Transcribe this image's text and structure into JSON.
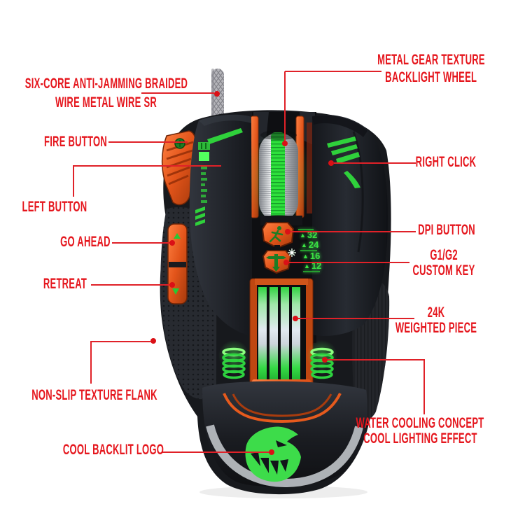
{
  "product": "gaming-mouse-top-view",
  "annotations": {
    "braided_wire": {
      "lines": [
        "SIX-CORE ANTI-JAMMING BRAIDED",
        "WIRE METAL WIRE SR"
      ]
    },
    "fire_button": {
      "lines": [
        "FIRE BUTTON"
      ]
    },
    "left_button": {
      "lines": [
        "LEFT BUTTON"
      ]
    },
    "go_ahead": {
      "lines": [
        "GO AHEAD"
      ]
    },
    "retreat": {
      "lines": [
        "RETREAT"
      ]
    },
    "non_slip_flank": {
      "lines": [
        "NON-SLIP TEXTURE FLANK"
      ]
    },
    "cool_backlit_logo": {
      "lines": [
        "COOL BACKLIT LOGO"
      ]
    },
    "backlight_wheel": {
      "lines": [
        "METAL GEAR TEXTURE",
        "BACKLIGHT WHEEL"
      ]
    },
    "right_click": {
      "lines": [
        "RIGHT CLICK"
      ]
    },
    "dpi_button": {
      "lines": [
        "DPI BUTTON"
      ]
    },
    "custom_key": {
      "lines": [
        "G1/G2",
        "CUSTOM KEY"
      ]
    },
    "weighted_piece": {
      "lines": [
        "24K",
        "WEIGHTED PIECE"
      ]
    },
    "water_cooling": {
      "lines": [
        "WATER COOLING CONCEPT",
        "COOL LIGHTING EFFECT"
      ]
    }
  },
  "dpi_scale": {
    "marker_glyph": "▲",
    "values": [
      "32",
      "24",
      "16",
      "12"
    ]
  },
  "icons": {
    "side_forward": "triangle-up",
    "side_back": "triangle-down",
    "dpi_button": "running-man",
    "custom_key_button": "t-arrow",
    "logo": "wolf-head",
    "wheel": "metal-gear-wheel",
    "sparkle": "four-point-star"
  },
  "colors": {
    "label_red": "#e5161d",
    "line_red": "#e02128",
    "accent_orange": "#e2541a",
    "glow_green": "#3ae342",
    "body_black": "#1e2126",
    "metal_silver": "#c3c6ca",
    "cable_gray": "#b5b5ba",
    "background": "#ffffff"
  }
}
